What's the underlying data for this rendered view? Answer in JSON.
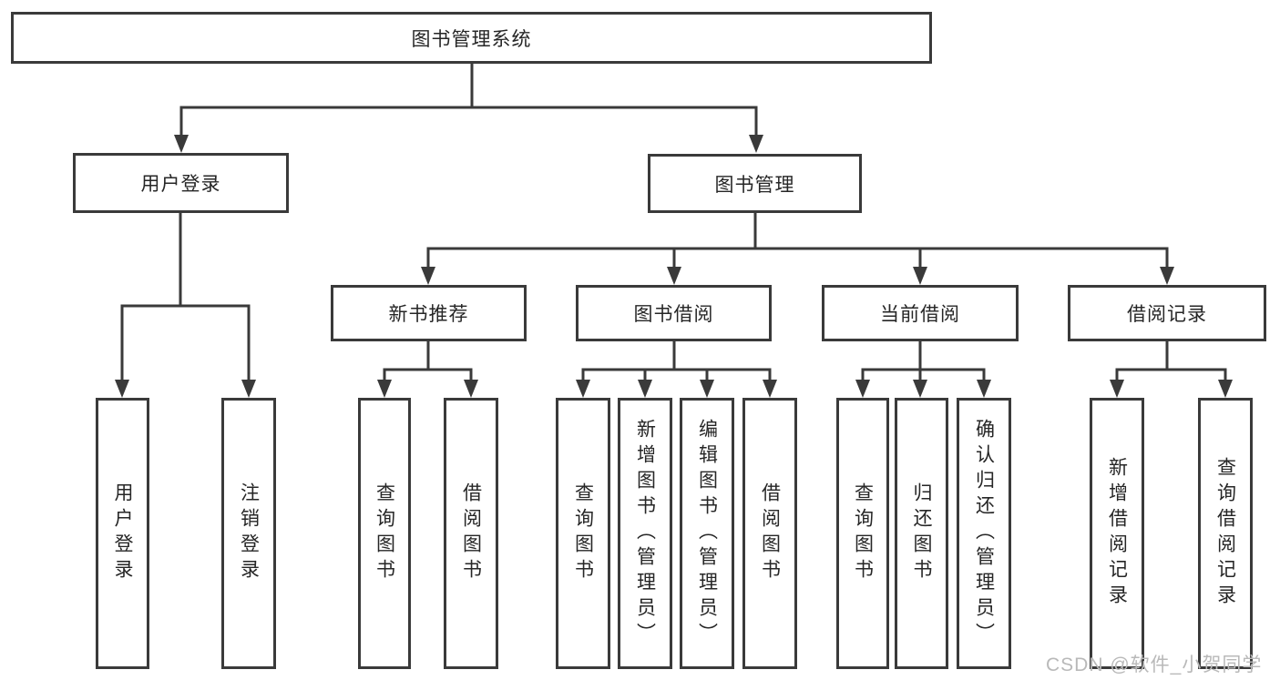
{
  "tree": {
    "root": {
      "label": "图书管理系统"
    },
    "branches": [
      {
        "label": "用户登录",
        "children": [
          {
            "label": "用户登录"
          },
          {
            "label": "注销登录"
          }
        ]
      },
      {
        "label": "图书管理",
        "children": [
          {
            "label": "新书推荐",
            "children": [
              {
                "label": "查询图书"
              },
              {
                "label": "借阅图书"
              }
            ]
          },
          {
            "label": "图书借阅",
            "children": [
              {
                "label": "查询图书"
              },
              {
                "label": "新增图书（管理员）"
              },
              {
                "label": "编辑图书（管理员）"
              },
              {
                "label": "借阅图书"
              }
            ]
          },
          {
            "label": "当前借阅",
            "children": [
              {
                "label": "查询图书"
              },
              {
                "label": "归还图书"
              },
              {
                "label": "确认归还（管理员）"
              }
            ]
          },
          {
            "label": "借阅记录",
            "children": [
              {
                "label": "新增借阅记录"
              },
              {
                "label": "查询借阅记录"
              }
            ]
          }
        ]
      }
    ]
  },
  "watermark": {
    "text": "CSDN @软件_小贺同学"
  },
  "colors": {
    "line": "#3a3a3a",
    "box_border": "#3a3a3a",
    "text": "#262626",
    "watermark": "#b9b9b9",
    "background": "#ffffff"
  }
}
